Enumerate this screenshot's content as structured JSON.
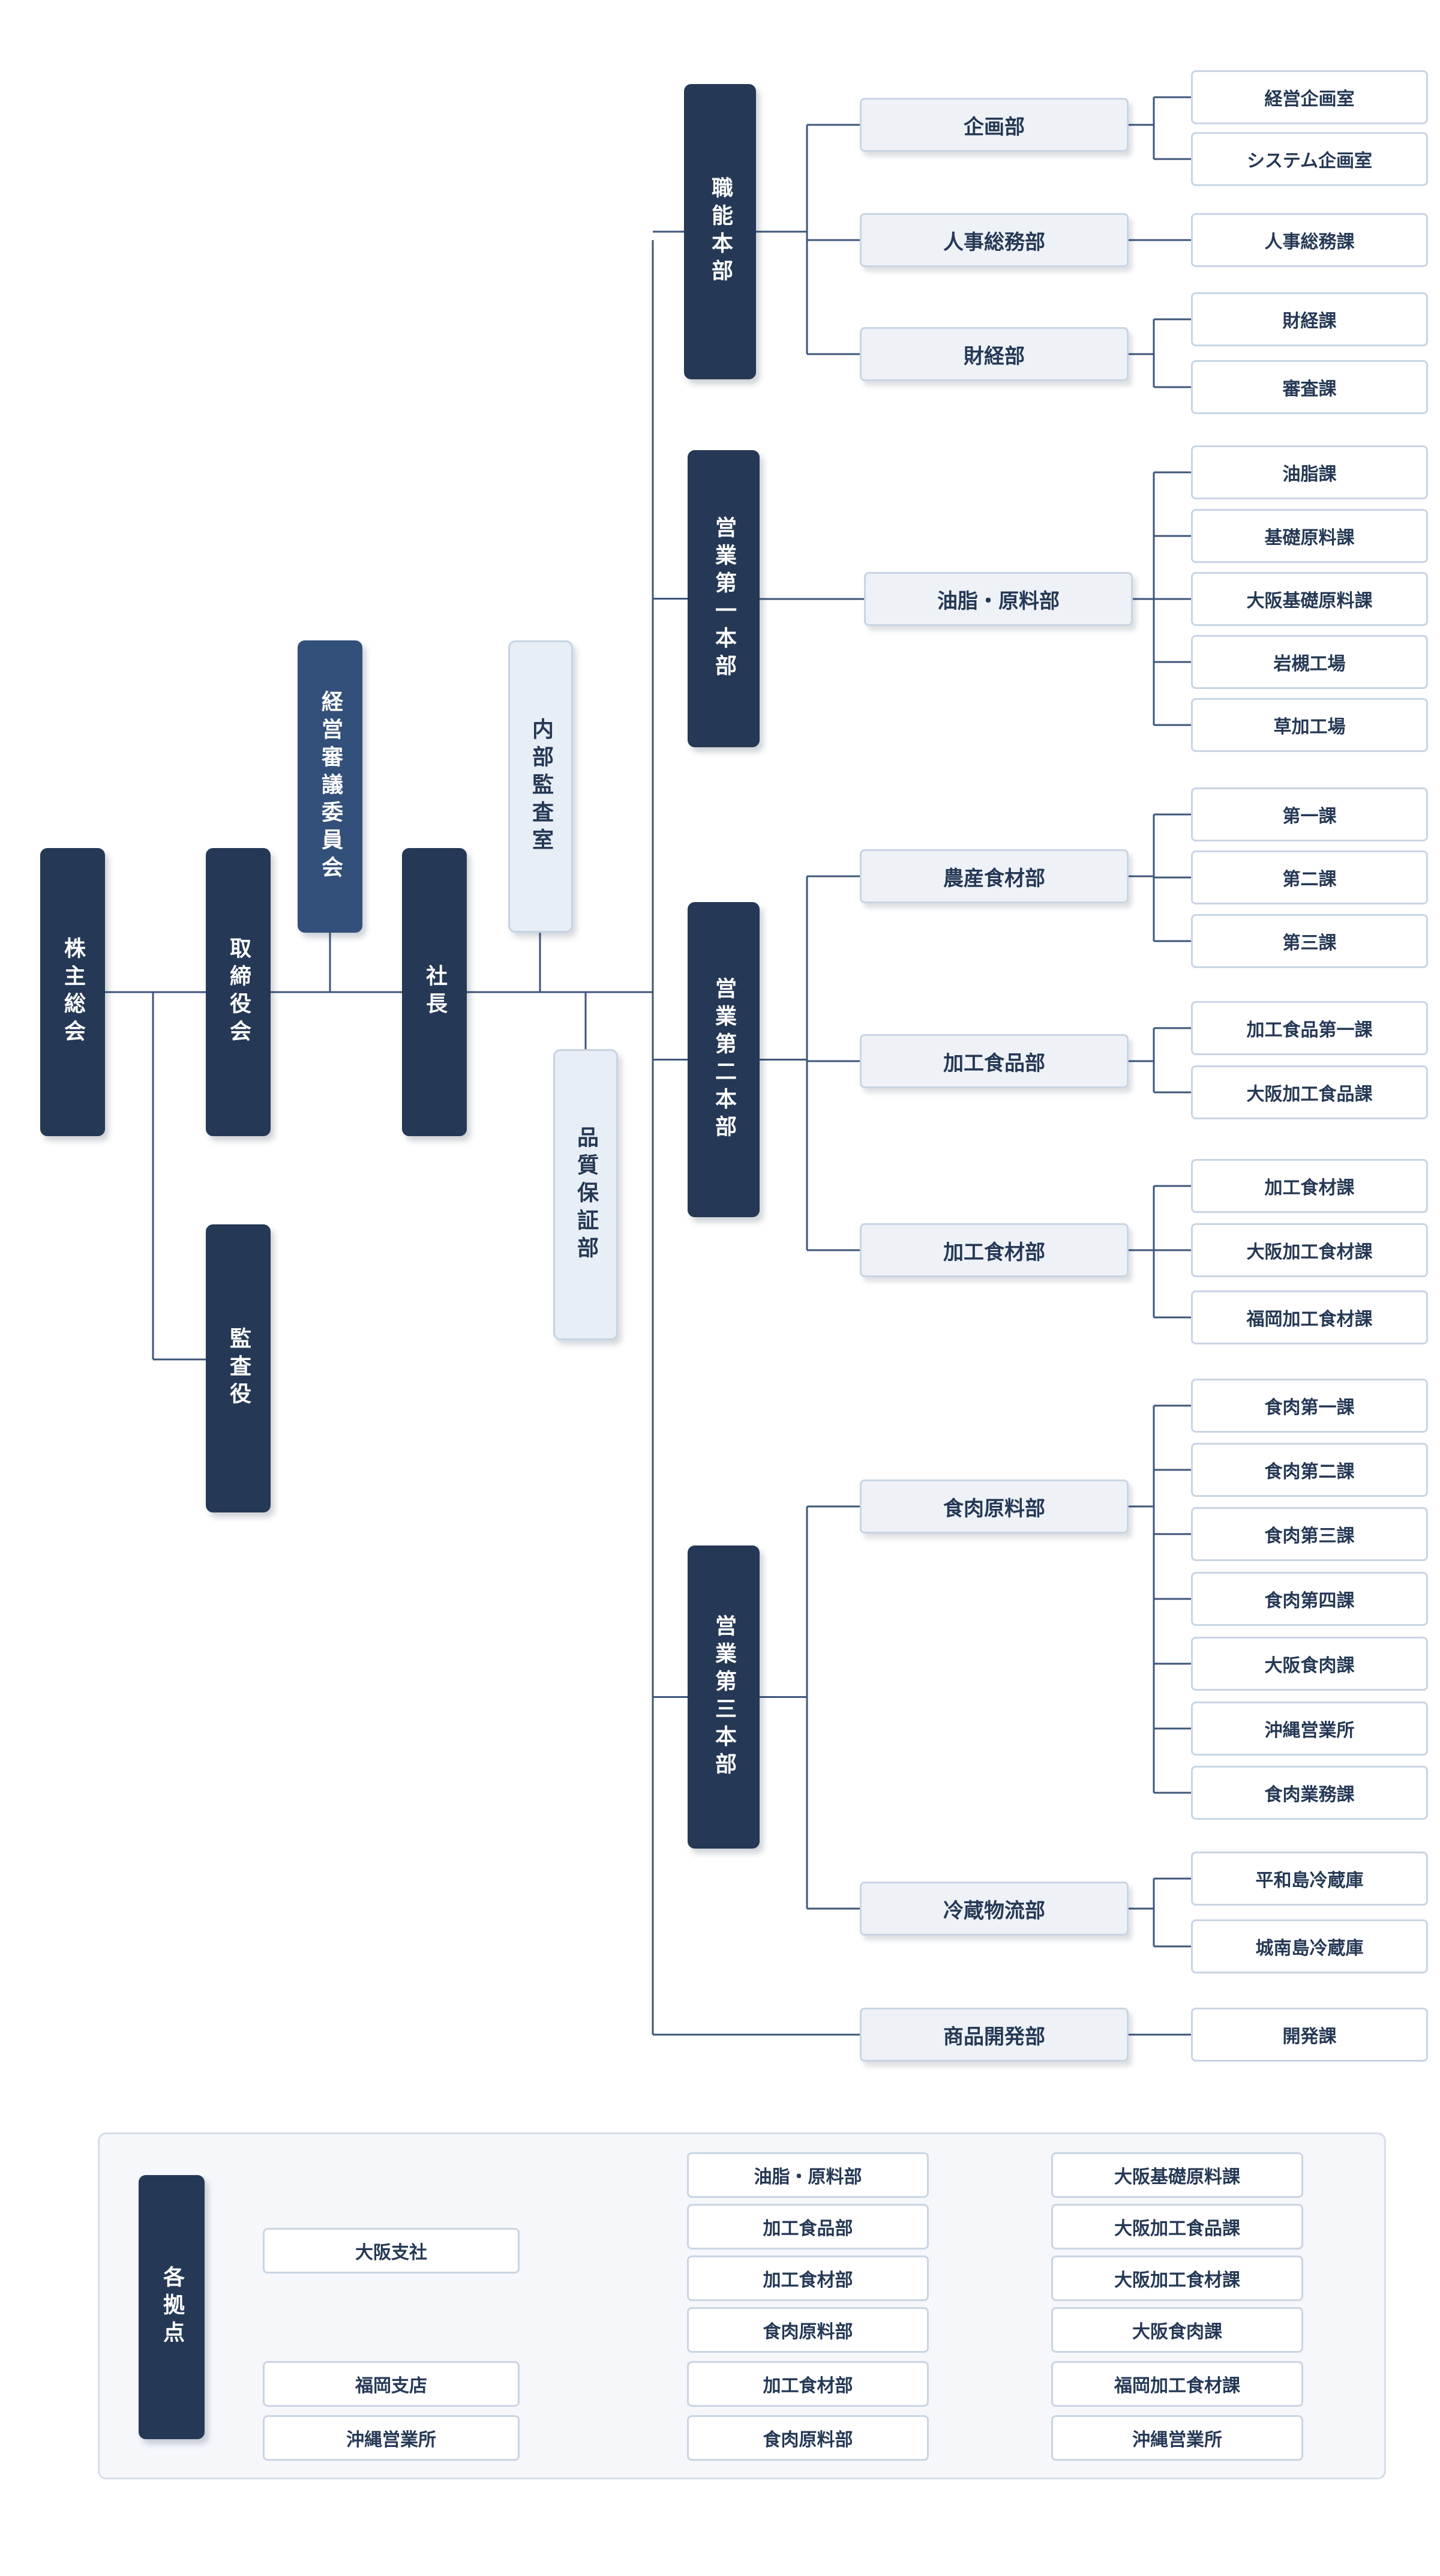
{
  "top": {
    "shareholders": "株主総会",
    "board": "取締役会",
    "auditor": "監査役",
    "committee": "経営審議委員会",
    "president": "社長",
    "internal_audit": "内部監査室",
    "quality": "品質保証部"
  },
  "divisions": [
    {
      "name": "職能本部",
      "departments": [
        {
          "name": "企画部",
          "sections": [
            "経営企画室",
            "システム企画室"
          ]
        },
        {
          "name": "人事総務部",
          "sections": [
            "人事総務課"
          ]
        },
        {
          "name": "財経部",
          "sections": [
            "財経課",
            "審査課"
          ]
        }
      ]
    },
    {
      "name": "営業第一本部",
      "departments": [
        {
          "name": "油脂・原料部",
          "sections": [
            "油脂課",
            "基礎原料課",
            "大阪基礎原料課",
            "岩槻工場",
            "草加工場"
          ]
        }
      ]
    },
    {
      "name": "営業第二本部",
      "departments": [
        {
          "name": "農産食材部",
          "sections": [
            "第一課",
            "第二課",
            "第三課"
          ]
        },
        {
          "name": "加工食品部",
          "sections": [
            "加工食品第一課",
            "大阪加工食品課"
          ]
        },
        {
          "name": "加工食材部",
          "sections": [
            "加工食材課",
            "大阪加工食材課",
            "福岡加工食材課"
          ]
        }
      ]
    },
    {
      "name": "営業第三本部",
      "departments": [
        {
          "name": "食肉原料部",
          "sections": [
            "食肉第一課",
            "食肉第二課",
            "食肉第三課",
            "食肉第四課",
            "大阪食肉課",
            "沖縄営業所",
            "食肉業務課"
          ]
        },
        {
          "name": "冷蔵物流部",
          "sections": [
            "平和島冷蔵庫",
            "城南島冷蔵庫"
          ]
        }
      ]
    }
  ],
  "standalone": {
    "name": "商品開発部",
    "sections": [
      "開発課"
    ]
  },
  "locations": {
    "title": "各拠点",
    "groups": [
      {
        "name": "大阪支社",
        "rows": [
          {
            "dept": "油脂・原料部",
            "sec": "大阪基礎原料課"
          },
          {
            "dept": "加工食品部",
            "sec": "大阪加工食品課"
          },
          {
            "dept": "加工食材部",
            "sec": "大阪加工食材課"
          },
          {
            "dept": "食肉原料部",
            "sec": "大阪食肉課"
          }
        ]
      },
      {
        "name": "福岡支店",
        "rows": [
          {
            "dept": "加工食材部",
            "sec": "福岡加工食材課"
          }
        ]
      },
      {
        "name": "沖縄営業所",
        "rows": [
          {
            "dept": "食肉原料部",
            "sec": "沖縄営業所"
          }
        ]
      }
    ]
  },
  "colors": {
    "dark": "#253855",
    "line": "#3e557a",
    "pale": "#e8eef6"
  }
}
